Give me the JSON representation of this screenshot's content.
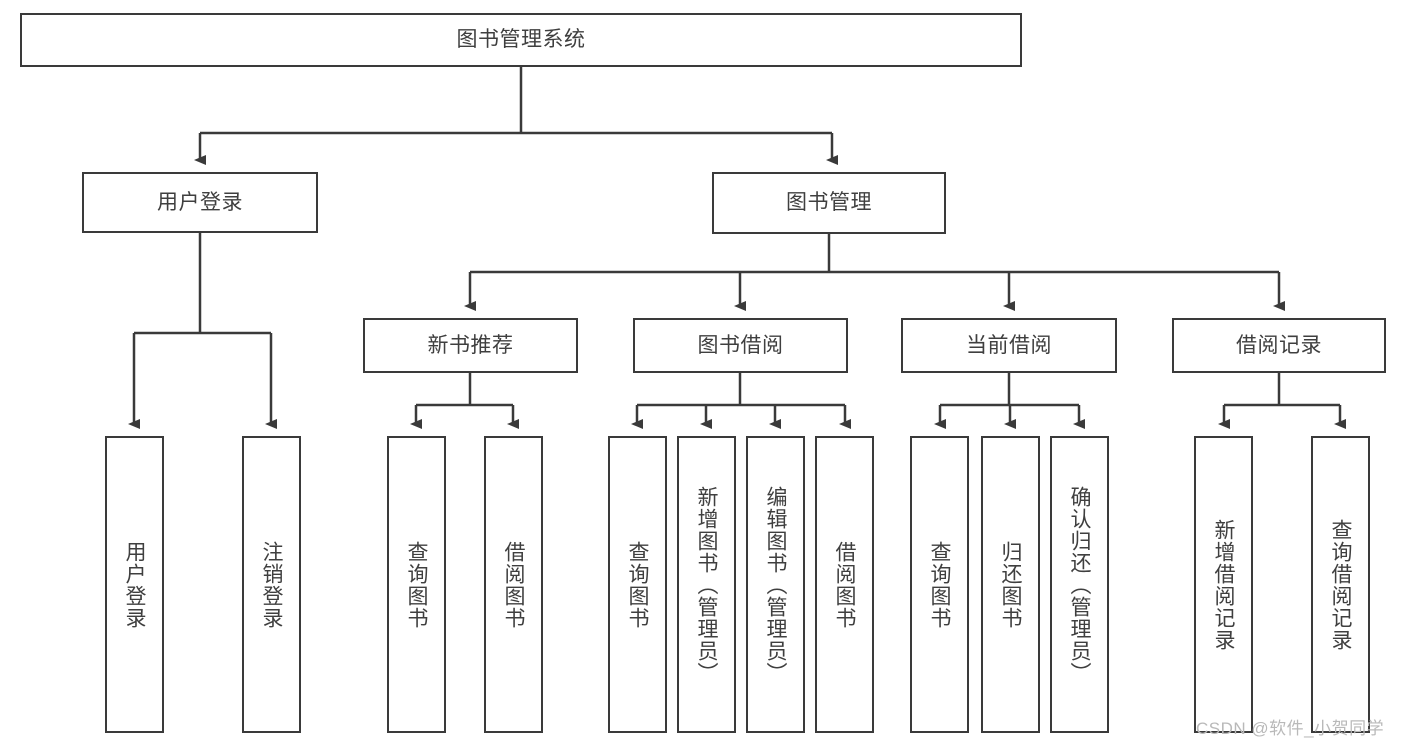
{
  "diagram": {
    "type": "tree",
    "title": "图书管理系统",
    "root": {
      "label": "图书管理系统"
    },
    "level2": [
      {
        "label": "用户登录"
      },
      {
        "label": "图书管理"
      }
    ],
    "level3": [
      {
        "label": "新书推荐"
      },
      {
        "label": "图书借阅"
      },
      {
        "label": "当前借阅"
      },
      {
        "label": "借阅记录"
      }
    ],
    "leaves": {
      "user_login": [
        {
          "label": "用户登录"
        },
        {
          "label": "注销登录"
        }
      ],
      "new_book_recommend": [
        {
          "label": "查询图书"
        },
        {
          "label": "借阅图书"
        }
      ],
      "book_borrow": [
        {
          "label": "查询图书"
        },
        {
          "label": "新增图书（管理员）"
        },
        {
          "label": "编辑图书（管理员）"
        },
        {
          "label": "借阅图书"
        }
      ],
      "current_borrow": [
        {
          "label": "查询图书"
        },
        {
          "label": "归还图书"
        },
        {
          "label": "确认归还（管理员）"
        }
      ],
      "borrow_record": [
        {
          "label": "新增借阅记录"
        },
        {
          "label": "查询借阅记录"
        }
      ]
    }
  },
  "watermark": {
    "text": "CSDN @软件_小贺同学"
  },
  "colors": {
    "border": "#3a3a3a",
    "text": "#3f3f3f",
    "background": "#ffffff",
    "watermark": "#b9b9b9"
  }
}
